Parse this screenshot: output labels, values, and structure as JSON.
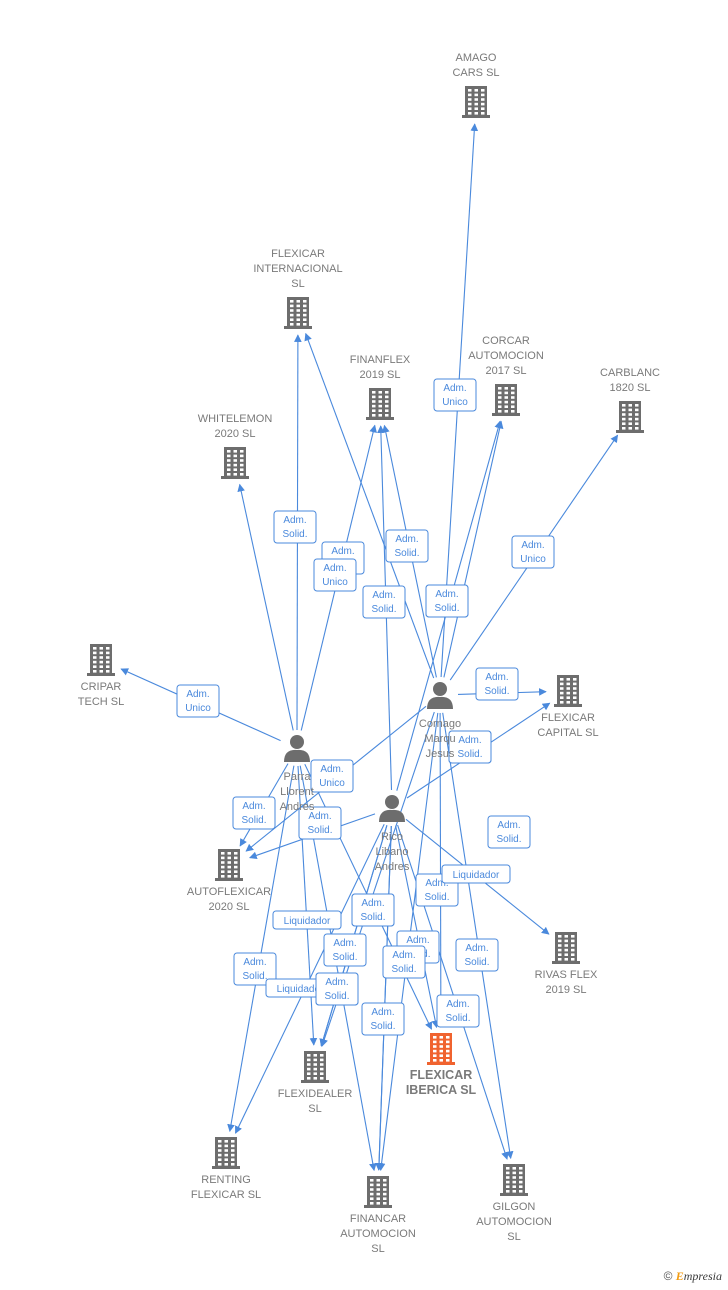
{
  "colors": {
    "company": "#6d6d6d",
    "focus": "#f0632f",
    "person": "#6d6d6d",
    "edge": "#4a89dc",
    "text": "#7a7a7a"
  },
  "footer": {
    "copyright": "©",
    "brand_first": "E",
    "brand_rest": "mpresia"
  },
  "nodes": [
    {
      "id": "amago",
      "type": "company",
      "label": [
        "AMAGO",
        "CARS  SL"
      ]
    },
    {
      "id": "flexicar_int",
      "type": "company",
      "label": [
        "FLEXICAR",
        "INTERNACIONAL",
        "SL"
      ]
    },
    {
      "id": "finanflex",
      "type": "company",
      "label": [
        "FINANFLEX",
        "2019  SL"
      ]
    },
    {
      "id": "corcar",
      "type": "company",
      "label": [
        "CORCAR",
        "AUTOMOCION",
        "2017  SL"
      ]
    },
    {
      "id": "carblanc",
      "type": "company",
      "label": [
        "CARBLANC",
        "1820  SL"
      ]
    },
    {
      "id": "whitelemon",
      "type": "company",
      "label": [
        "WHITELEMON",
        "2020  SL"
      ]
    },
    {
      "id": "cripar",
      "type": "company",
      "label": [
        "CRIPAR",
        "TECH  SL"
      ]
    },
    {
      "id": "flexicar_capital",
      "type": "company",
      "label": [
        "FLEXICAR",
        "CAPITAL  SL"
      ]
    },
    {
      "id": "autoflexicar",
      "type": "company",
      "label": [
        "AUTOFLEXICAR",
        "2020  SL"
      ]
    },
    {
      "id": "rivas",
      "type": "company",
      "label": [
        "RIVAS FLEX",
        "2019  SL"
      ]
    },
    {
      "id": "flexidealer",
      "type": "company",
      "label": [
        "FLEXIDEALER",
        "SL"
      ]
    },
    {
      "id": "flexicar_iberica",
      "type": "focus",
      "label": [
        "FLEXICAR",
        "IBERICA  SL"
      ]
    },
    {
      "id": "renting",
      "type": "company",
      "label": [
        "RENTING",
        "FLEXICAR  SL"
      ]
    },
    {
      "id": "financar",
      "type": "company",
      "label": [
        "FINANCAR",
        "AUTOMOCION",
        "SL"
      ]
    },
    {
      "id": "gilgon",
      "type": "company",
      "label": [
        "GILGON",
        "AUTOMOCION",
        "SL"
      ]
    },
    {
      "id": "cornago",
      "type": "person",
      "label": [
        "Cornago",
        "Marqu",
        "Jesus"
      ]
    },
    {
      "id": "parra",
      "type": "person",
      "label": [
        "Parra",
        "Llorent",
        "Andres"
      ]
    },
    {
      "id": "rico",
      "type": "person",
      "label": [
        "Rico",
        "Libano",
        "Andres"
      ]
    }
  ],
  "edges": [
    {
      "from": "cornago",
      "to": "amago",
      "label": [
        "Adm.",
        "Unico"
      ]
    },
    {
      "from": "cornago",
      "to": "carblanc",
      "label": [
        "Adm.",
        "Unico"
      ]
    },
    {
      "from": "cornago",
      "to": "corcar",
      "label": [
        "Adm.",
        "Unico"
      ]
    },
    {
      "from": "cornago",
      "to": "finanflex",
      "label": [
        "Adm.",
        "Solid."
      ]
    },
    {
      "from": "cornago",
      "to": "flexicar_int",
      "label": [
        "Adm.",
        "Solid."
      ]
    },
    {
      "from": "cornago",
      "to": "flexicar_capital",
      "label": [
        "Adm.",
        "Solid."
      ]
    },
    {
      "from": "cornago",
      "to": "flexicar_iberica",
      "label": [
        "Adm.",
        "Solid."
      ]
    },
    {
      "from": "cornago",
      "to": "gilgon",
      "label": [
        "Adm.",
        "Solid."
      ]
    },
    {
      "from": "cornago",
      "to": "financar",
      "label": [
        "Adm.",
        "Solid."
      ]
    },
    {
      "from": "cornago",
      "to": "flexidealer",
      "label": [
        "Adm.",
        "Solid."
      ]
    },
    {
      "from": "cornago",
      "to": "autoflexicar",
      "label": [
        "Adm.",
        "Solid."
      ]
    },
    {
      "from": "parra",
      "to": "whitelemon",
      "label": [
        "Adm.",
        "Solid."
      ]
    },
    {
      "from": "parra",
      "to": "flexicar_int",
      "label": [
        "Adm.",
        "Unico"
      ]
    },
    {
      "from": "parra",
      "to": "finanflex",
      "label": [
        "Adm.",
        "Solid."
      ]
    },
    {
      "from": "parra",
      "to": "cripar",
      "label": [
        "Adm.",
        "Unico"
      ]
    },
    {
      "from": "parra",
      "to": "autoflexicar",
      "label": [
        "Adm.",
        "Solid."
      ]
    },
    {
      "from": "parra",
      "to": "renting",
      "label": [
        "Adm.",
        "Solid."
      ]
    },
    {
      "from": "parra",
      "to": "flexidealer",
      "label": [
        "Liquidador"
      ]
    },
    {
      "from": "parra",
      "to": "financar",
      "label": [
        "Adm.",
        "Solid."
      ]
    },
    {
      "from": "parra",
      "to": "flexicar_iberica",
      "label": [
        "Adm.",
        "Solid."
      ]
    },
    {
      "from": "rico",
      "to": "finanflex",
      "label": [
        "Adm.",
        "Solid."
      ]
    },
    {
      "from": "rico",
      "to": "corcar",
      "label": [
        "Adm.",
        "Unico"
      ]
    },
    {
      "from": "rico",
      "to": "flexicar_capital",
      "label": [
        "Adm.",
        "Solid."
      ]
    },
    {
      "from": "rico",
      "to": "rivas",
      "label": [
        "Adm.",
        "Solid."
      ]
    },
    {
      "from": "rico",
      "to": "autoflexicar",
      "label": [
        "Adm.",
        "Solid."
      ]
    },
    {
      "from": "rico",
      "to": "renting",
      "label": [
        "Adm.",
        "Solid."
      ]
    },
    {
      "from": "rico",
      "to": "flexidealer",
      "label": [
        "Liquidador"
      ]
    },
    {
      "from": "rico",
      "to": "financar",
      "label": [
        "Adm.",
        "Solid."
      ]
    },
    {
      "from": "rico",
      "to": "flexicar_iberica",
      "label": [
        "Adm.",
        "Solid."
      ]
    },
    {
      "from": "rico",
      "to": "gilgon",
      "label": [
        "Adm.",
        "Solid."
      ]
    },
    {
      "from": "rico",
      "to": "flexidealer",
      "label": [
        "Liquidador"
      ]
    },
    {
      "from": "rico",
      "to": "financar",
      "label": [
        "Adm.",
        "Solid."
      ]
    }
  ]
}
